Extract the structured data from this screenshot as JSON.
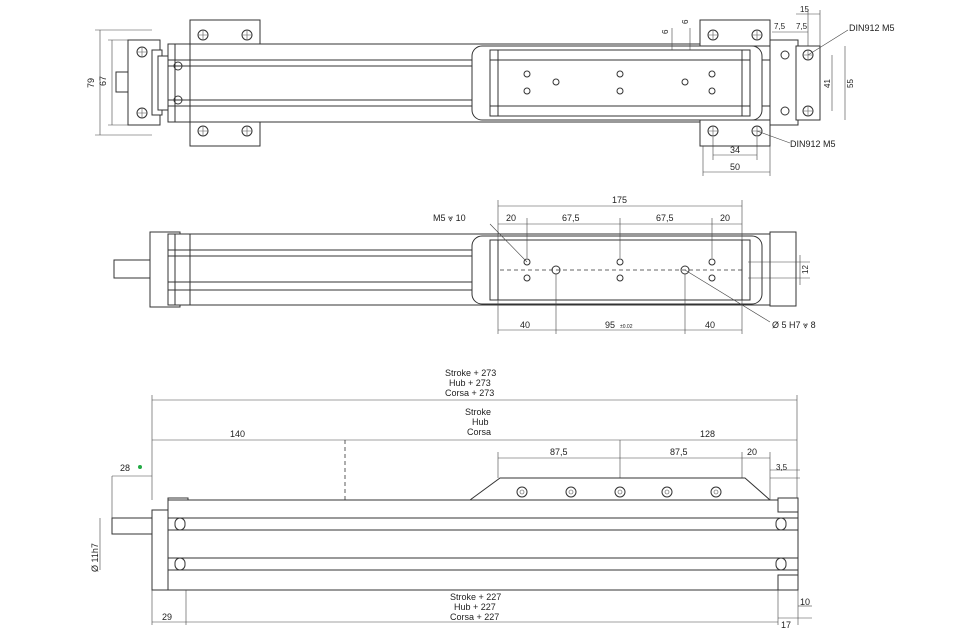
{
  "colors": {
    "line": "#333333",
    "marker": "#22aa44"
  },
  "top_view": {
    "dims": {
      "overall_height": "79",
      "body_height": "67",
      "d6a": "6",
      "d6b": "6",
      "d15": "15",
      "d75a": "7,5",
      "d75b": "7,5",
      "d41": "41",
      "d55": "55",
      "d34": "34",
      "d50": "50"
    },
    "screw_top": "DIN912 M5",
    "screw_bottom": "DIN912 M5"
  },
  "mid_view": {
    "dims": {
      "d175": "175",
      "d20a": "20",
      "d675a": "67,5",
      "d675b": "67,5",
      "d20b": "20",
      "d12": "12",
      "d40a": "40",
      "d95": "95",
      "d95_tol": "±0.02",
      "d40b": "40"
    },
    "thread_note": "M5 ⩔ 10",
    "pin_note": "Ø 5 H7 ⩔ 8"
  },
  "side_view": {
    "overall": [
      "Stroke + 273",
      "Hub + 273",
      "Corsa + 273"
    ],
    "stroke": [
      "Stroke",
      "Hub",
      "Corsa"
    ],
    "dims": {
      "d140": "140",
      "d128": "128",
      "d875a": "87,5",
      "d875b": "87,5",
      "d20": "20",
      "d35": "3,5",
      "d28": "28",
      "shaft": "Ø 11h7",
      "d29": "29",
      "d10": "10",
      "d17": "17"
    },
    "bottom": [
      "Stroke + 227",
      "Hub + 227",
      "Corsa + 227"
    ]
  }
}
